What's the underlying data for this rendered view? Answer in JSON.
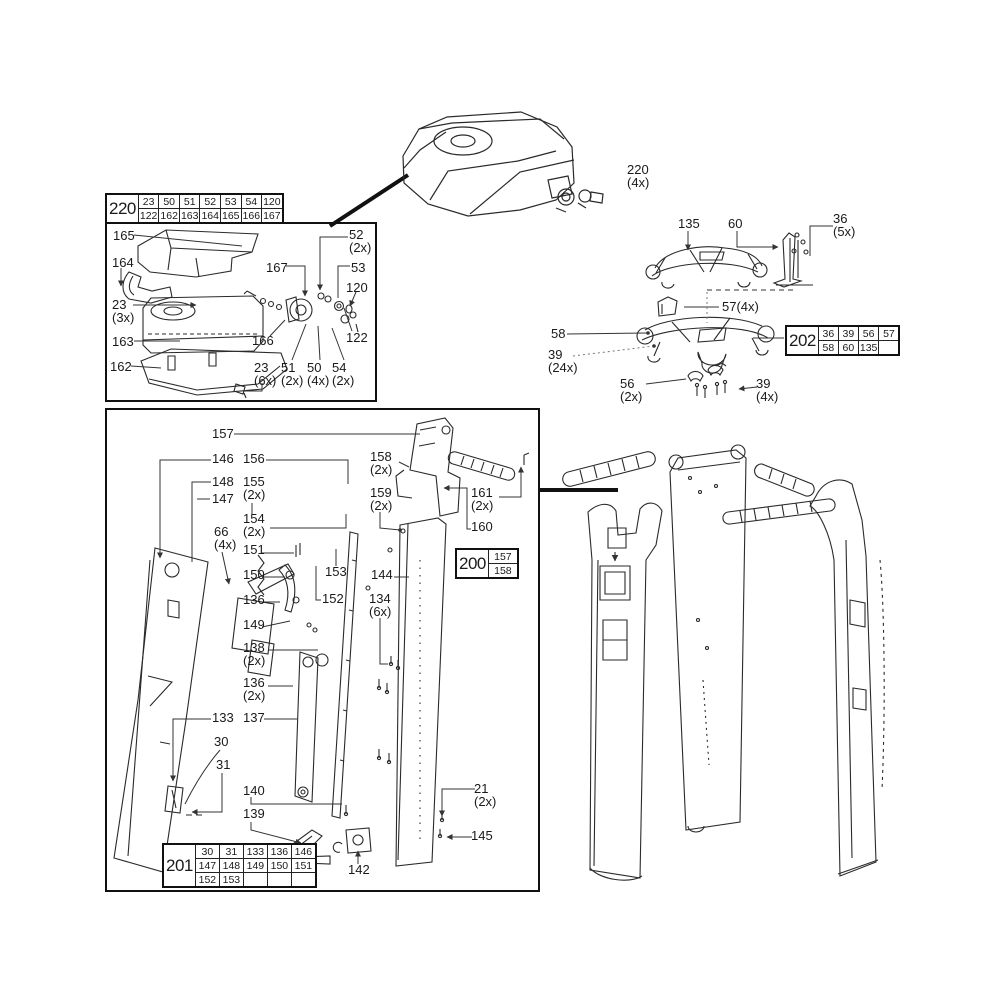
{
  "colors": {
    "ink": "#1a1a1a",
    "line": "#333333",
    "thick": "#111111",
    "bg": "#ffffff"
  },
  "tables": {
    "t220": {
      "id": "220",
      "rows": [
        [
          "23",
          "50",
          "51",
          "52",
          "53",
          "54",
          "120"
        ],
        [
          "122",
          "162",
          "163",
          "164",
          "165",
          "166",
          "167"
        ]
      ]
    },
    "t202": {
      "id": "202",
      "rows": [
        [
          "36",
          "39",
          "56",
          "57"
        ],
        [
          "58",
          "60",
          "135",
          ""
        ]
      ]
    },
    "t200": {
      "id": "200",
      "rows": [
        [
          "157"
        ],
        [
          "158"
        ]
      ]
    },
    "t201": {
      "id": "201",
      "rows": [
        [
          "30",
          "31",
          "133",
          "136",
          "146"
        ],
        [
          "147",
          "148",
          "149",
          "150",
          "151"
        ],
        [
          "152",
          "153",
          "",
          "",
          ""
        ]
      ]
    }
  },
  "callouts": {
    "console": {
      "num": "220",
      "qty": "(4x)"
    },
    "box220": [
      {
        "num": "165"
      },
      {
        "num": "164"
      },
      {
        "num": "23",
        "qty": "(3x)"
      },
      {
        "num": "163"
      },
      {
        "num": "162"
      },
      {
        "num": "167"
      },
      {
        "num": "52",
        "qty": "(2x)"
      },
      {
        "num": "53"
      },
      {
        "num": "120"
      },
      {
        "num": "166"
      },
      {
        "num": "122"
      },
      {
        "num": "23",
        "qty": "(6x)"
      },
      {
        "num": "51",
        "qty": "(2x)"
      },
      {
        "num": "50",
        "qty": "(4x)"
      },
      {
        "num": "54",
        "qty": "(2x)"
      }
    ],
    "frame": [
      {
        "num": "135"
      },
      {
        "num": "60"
      },
      {
        "num": "36",
        "qty": "(5x)"
      },
      {
        "num": "57(4x)"
      },
      {
        "num": "58"
      },
      {
        "num": "39",
        "qty": "(24x)"
      },
      {
        "num": "56",
        "qty": "(2x)"
      },
      {
        "num": "39",
        "qty": "(4x)"
      }
    ],
    "bigbox": [
      {
        "num": "157"
      },
      {
        "num": "146"
      },
      {
        "num": "156"
      },
      {
        "num": "148"
      },
      {
        "num": "155",
        "qty": "(2x)"
      },
      {
        "num": "147"
      },
      {
        "num": "154",
        "qty": "(2x)"
      },
      {
        "num": "66",
        "qty": "(4x)"
      },
      {
        "num": "151"
      },
      {
        "num": "150"
      },
      {
        "num": "136"
      },
      {
        "num": "149"
      },
      {
        "num": "138",
        "qty": "(2x)"
      },
      {
        "num": "136",
        "qty": "(2x)"
      },
      {
        "num": "133"
      },
      {
        "num": "30"
      },
      {
        "num": "31"
      },
      {
        "num": "137"
      },
      {
        "num": "140"
      },
      {
        "num": "139"
      },
      {
        "num": "158",
        "qty": "(2x)"
      },
      {
        "num": "159",
        "qty": "(2x)"
      },
      {
        "num": "161",
        "qty": "(2x)"
      },
      {
        "num": "160"
      },
      {
        "num": "153"
      },
      {
        "num": "152"
      },
      {
        "num": "144"
      },
      {
        "num": "134",
        "qty": "(6x)"
      },
      {
        "num": "21",
        "qty": "(2x)"
      },
      {
        "num": "145"
      },
      {
        "num": "142"
      }
    ]
  }
}
